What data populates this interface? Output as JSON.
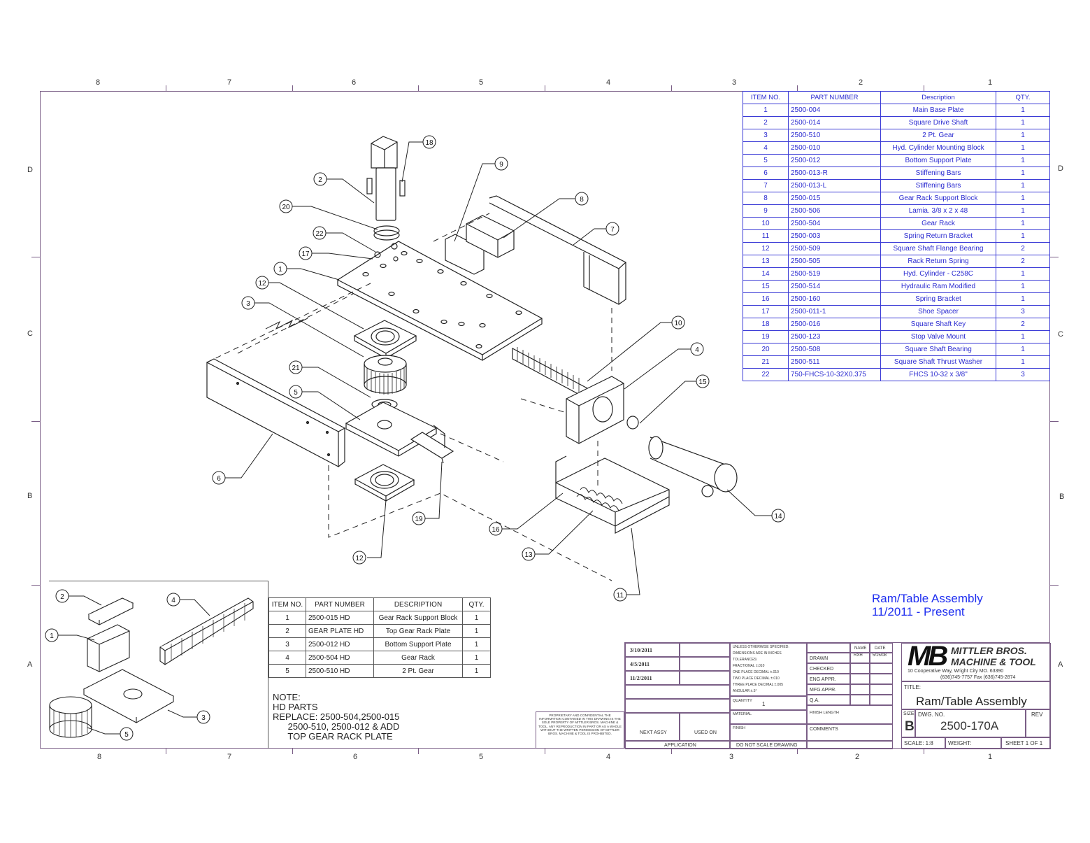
{
  "zones": {
    "columns": [
      "8",
      "7",
      "6",
      "5",
      "4",
      "3",
      "2",
      "1"
    ],
    "rows": [
      "D",
      "C",
      "B",
      "A"
    ]
  },
  "bom": {
    "headers": [
      "ITEM NO.",
      "PART NUMBER",
      "Description",
      "QTY."
    ],
    "rows": [
      [
        "1",
        "2500-004",
        "Main Base Plate",
        "1"
      ],
      [
        "2",
        "2500-014",
        "Square Drive Shaft",
        "1"
      ],
      [
        "3",
        "2500-510",
        "2 Pt. Gear",
        "1"
      ],
      [
        "4",
        "2500-010",
        "Hyd. Cylinder Mounting Block",
        "1"
      ],
      [
        "5",
        "2500-012",
        "Bottom Support Plate",
        "1"
      ],
      [
        "6",
        "2500-013-R",
        "Stiffening Bars",
        "1"
      ],
      [
        "7",
        "2500-013-L",
        "Stiffening Bars",
        "1"
      ],
      [
        "8",
        "2500-015",
        "Gear Rack Support Block",
        "1"
      ],
      [
        "9",
        "2500-506",
        "Lamia. 3/8 x 2 x 48",
        "1"
      ],
      [
        "10",
        "2500-504",
        "Gear Rack",
        "1"
      ],
      [
        "11",
        "2500-003",
        "Spring Return Bracket",
        "1"
      ],
      [
        "12",
        "2500-509",
        "Square Shaft Flange Bearing",
        "2"
      ],
      [
        "13",
        "2500-505",
        "Rack Return Spring",
        "2"
      ],
      [
        "14",
        "2500-519",
        "Hyd. Cylinder - C258C",
        "1"
      ],
      [
        "15",
        "2500-514",
        "Hydraulic Ram Modified",
        "1"
      ],
      [
        "16",
        "2500-160",
        "Spring Bracket",
        "1"
      ],
      [
        "17",
        "2500-011-1",
        "Shoe Spacer",
        "3"
      ],
      [
        "18",
        "2500-016",
        "Square Shaft Key",
        "2"
      ],
      [
        "19",
        "2500-123",
        "Stop Valve Mount",
        "1"
      ],
      [
        "20",
        "2500-508",
        "Square Shaft Bearing",
        "1"
      ],
      [
        "21",
        "2500-511",
        "Square Shaft Thrust Washer",
        "1"
      ],
      [
        "22",
        "750-FHCS-10-32X0.375",
        "FHCS 10-32 x 3/8\"",
        "3"
      ]
    ]
  },
  "hd_bom": {
    "headers": [
      "ITEM NO.",
      "PART NUMBER",
      "DESCRIPTION",
      "QTY."
    ],
    "rows": [
      [
        "1",
        "2500-015 HD",
        "Gear Rack Support Block",
        "1"
      ],
      [
        "2",
        "GEAR PLATE HD",
        "Top Gear Rack Plate",
        "1"
      ],
      [
        "3",
        "2500-012 HD",
        "Bottom Support Plate",
        "1"
      ],
      [
        "4",
        "2500-504 HD",
        "Gear Rack",
        "1"
      ],
      [
        "5",
        "2500-510 HD",
        "2 Pt. Gear",
        "1"
      ]
    ]
  },
  "note": {
    "lines": [
      "NOTE:",
      "HD PARTS",
      "REPLACE: 2500-504,2500-015",
      "      2500-510, 2500-012 & ADD",
      "      TOP GEAR RACK PLATE"
    ]
  },
  "assembly_title": {
    "line1": "Ram/Table  Assembly",
    "line2": "11/2011 - Present"
  },
  "balloons": {
    "main": [
      "18",
      "2",
      "9",
      "8",
      "20",
      "7",
      "22",
      "17",
      "1",
      "12",
      "3",
      "10",
      "4",
      "21",
      "15",
      "5",
      "6",
      "19",
      "16",
      "14",
      "13",
      "12",
      "11"
    ],
    "inset": [
      "2",
      "4",
      "1",
      "3",
      "5"
    ]
  },
  "title_block": {
    "revisions": [
      "3/10/2011",
      "4/5/2011",
      "11/2/2011"
    ],
    "tolerance_lines": [
      "UNLESS OTHERWISE SPECIFIED:",
      "DIMENSIONS ARE IN INCHES",
      "TOLERANCES:",
      "FRACTIONAL    ±.010",
      "ONE PLACE DECIMAL  ±.010",
      "TWO PLACE DECIMAL  ±.010",
      "THREE PLACE DECIMAL ±.005",
      "ANGULAR    ±.5°"
    ],
    "quantity_label": "QUANTITY",
    "quantity_value": "1",
    "material_label": "MATERIAL",
    "finish_label": "FINISH",
    "finish_length_label": "FINISH LENGTH",
    "name_header": "NAME",
    "date_header": "DATE",
    "roles": [
      "DRAWN",
      "CHECKED",
      "ENG APPR.",
      "MFG APPR.",
      "Q.A."
    ],
    "drawn_name": "RXH",
    "drawn_date": "5/15/08",
    "comments_label": "COMMENTS",
    "next_assy": "NEXT ASSY",
    "used_on": "USED ON",
    "application": "APPLICATION",
    "do_not_scale": "DO NOT SCALE DRAWING",
    "proprietary": "PROPRIETARY AND CONFIDENTIAL THE INFORMATION CONTAINED IN THIS DRAWING IS THE SOLE PROPERTY OF MITTLER BROS. MACHINE & TOOL. ANY REPRODUCTION IN PART OR AS A WHOLE WITHOUT THE WRITTEN PERMISSION OF MITTLER BROS. MACHINE & TOOL IS PROHIBITED.",
    "logo_mark": "MB",
    "company_line1": "MITTLER BROS.",
    "company_line2": "MACHINE & TOOL",
    "address1": "10 Cooperative Way, Wright City MO. 63390",
    "address2": "(636)745-7757  Fax (636)745-2874",
    "title_label": "TITLE:",
    "title": "Ram/Table Assembly",
    "size_label": "SIZE",
    "size": "B",
    "dwg_label": "DWG.  NO.",
    "dwg_no": "2500-170A",
    "rev_label": "REV",
    "scale": "SCALE: 1:8",
    "weight": "WEIGHT:",
    "sheet": "SHEET 1 OF 1"
  }
}
